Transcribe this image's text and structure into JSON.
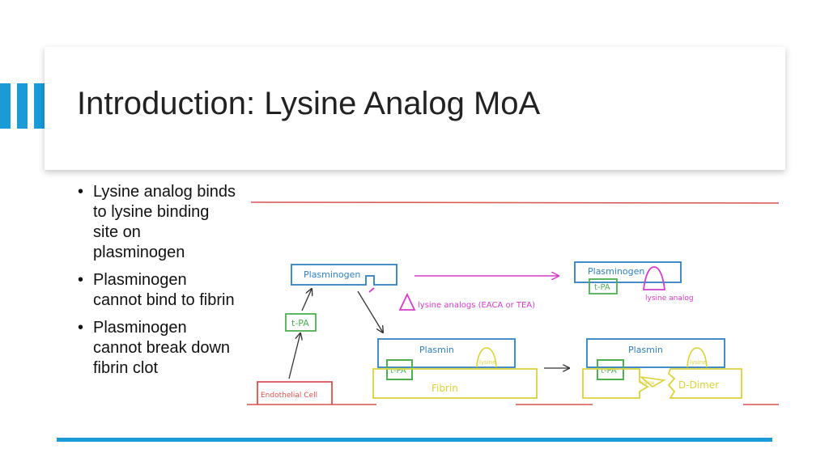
{
  "slide": {
    "title": "Introduction: Lysine Analog MoA",
    "bullets": [
      "Lysine analog binds to lysine binding site on plasminogen",
      "Plasminogen cannot bind to fibrin",
      "Plasminogen cannot break down fibrin clot"
    ]
  },
  "diagram": {
    "labels": {
      "plasminogen_left": "Plasminogen",
      "tpa_left": "t-PA",
      "endothelial": "Endothelial Cell",
      "lysine_analogs": "lysine analogs (EACA or TEA)",
      "plasminogen_right": "Plasminogen",
      "tpa_right": "t-PA",
      "lysine_analog": "lysine analog",
      "plasmin_mid": "Plasmin",
      "tpa_mid": "t-PA",
      "lysine_mid": "lysine",
      "fibrin": "Fibrin",
      "plasmin_right": "Plasmin",
      "tpa_far": "t-PA",
      "lysine_far": "lysine",
      "lysine_small": "lysine",
      "d_dimer": "D-Dimer"
    }
  },
  "colors": {
    "accent": "#1a9ad6",
    "protein": "#2f7fc1",
    "tpa": "#4caf50",
    "analog": "#d63cc7",
    "fibrin": "#d9d33a",
    "endothelial": "#d9534f",
    "arrow": "#333333"
  }
}
